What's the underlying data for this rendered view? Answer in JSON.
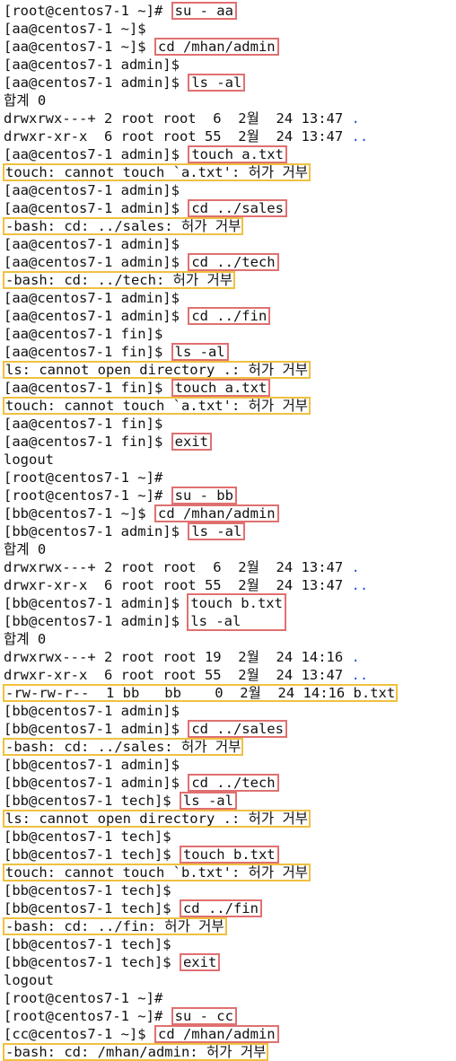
{
  "terminal": {
    "lines": [
      {
        "p": "[root@centos7-1 ~]# ",
        "c": "su - aa"
      },
      {
        "t": "[aa@centos7-1 ~]$"
      },
      {
        "p": "[aa@centos7-1 ~]$ ",
        "c": "cd /mhan/admin"
      },
      {
        "t": "[aa@centos7-1 admin]$"
      },
      {
        "p": "[aa@centos7-1 admin]$ ",
        "c": "ls -al"
      },
      {
        "t": "합계 0"
      },
      {
        "t": "drwxrwx---+ 2 root root  6  2월  24 13:47 ",
        "d": "."
      },
      {
        "t": "drwxr-xr-x  6 root root 55  2월  24 13:47 ",
        "d": ".."
      },
      {
        "p": "[aa@centos7-1 admin]$ ",
        "c": "touch a.txt"
      },
      {
        "e": "touch: cannot touch `a.txt': 허가 거부"
      },
      {
        "t": "[aa@centos7-1 admin]$"
      },
      {
        "p": "[aa@centos7-1 admin]$ ",
        "c": "cd ../sales"
      },
      {
        "e": "-bash: cd: ../sales: 허가 거부"
      },
      {
        "t": "[aa@centos7-1 admin]$"
      },
      {
        "p": "[aa@centos7-1 admin]$ ",
        "c": "cd ../tech"
      },
      {
        "e": "-bash: cd: ../tech: 허가 거부"
      },
      {
        "t": "[aa@centos7-1 admin]$"
      },
      {
        "p": "[aa@centos7-1 admin]$ ",
        "c": "cd ../fin"
      },
      {
        "t": "[aa@centos7-1 fin]$"
      },
      {
        "p": "[aa@centos7-1 fin]$ ",
        "c": "ls -al"
      },
      {
        "e": "ls: cannot open directory .: 허가 거부"
      },
      {
        "p": "[aa@centos7-1 fin]$ ",
        "c": "touch a.txt"
      },
      {
        "e": "touch: cannot touch `a.txt': 허가 거부"
      },
      {
        "t": "[aa@centos7-1 fin]$"
      },
      {
        "p": "[aa@centos7-1 fin]$ ",
        "c": "exit"
      },
      {
        "t": "logout"
      },
      {
        "t": "[root@centos7-1 ~]#"
      },
      {
        "p": "[root@centos7-1 ~]# ",
        "c": "su - bb"
      },
      {
        "p": "[bb@centos7-1 ~]$ ",
        "c": "cd /mhan/admin"
      },
      {
        "p": "[bb@centos7-1 admin]$ ",
        "c": "ls -al"
      },
      {
        "t": "합계 0"
      },
      {
        "t": "drwxrwx---+ 2 root root  6  2월  24 13:47 ",
        "d": "."
      },
      {
        "t": "drwxr-xr-x  6 root root 55  2월  24 13:47 ",
        "d": ".."
      },
      {
        "block": [
          {
            "p": "[bb@centos7-1 admin]$ ",
            "c": "touch b.txt"
          },
          {
            "p": "[bb@centos7-1 admin]$ ",
            "c": "ls -al"
          }
        ]
      },
      {
        "t": "합계 0"
      },
      {
        "t": "drwxrwx---+ 2 root root 19  2월  24 14:16 ",
        "d": "."
      },
      {
        "t": "drwxr-xr-x  6 root root 55  2월  24 13:47 ",
        "d": ".."
      },
      {
        "e": "-rw-rw-r--  1 bb   bb    0  2월  24 14:16 b.txt"
      },
      {
        "t": "[bb@centos7-1 admin]$"
      },
      {
        "p": "[bb@centos7-1 admin]$ ",
        "c": "cd ../sales"
      },
      {
        "e": "-bash: cd: ../sales: 허가 거부"
      },
      {
        "t": "[bb@centos7-1 admin]$"
      },
      {
        "p": "[bb@centos7-1 admin]$ ",
        "c": "cd ../tech"
      },
      {
        "p": "[bb@centos7-1 tech]$ ",
        "c": "ls -al"
      },
      {
        "e": "ls: cannot open directory .: 허가 거부"
      },
      {
        "t": "[bb@centos7-1 tech]$"
      },
      {
        "p": "[bb@centos7-1 tech]$ ",
        "c": "touch b.txt"
      },
      {
        "e": "touch: cannot touch `b.txt': 허가 거부"
      },
      {
        "t": "[bb@centos7-1 tech]$"
      },
      {
        "p": "[bb@centos7-1 tech]$ ",
        "c": "cd ../fin"
      },
      {
        "e": "-bash: cd: ../fin: 허가 거부"
      },
      {
        "t": "[bb@centos7-1 tech]$"
      },
      {
        "p": "[bb@centos7-1 tech]$ ",
        "c": "exit"
      },
      {
        "t": "logout"
      },
      {
        "t": "[root@centos7-1 ~]#"
      },
      {
        "p": "[root@centos7-1 ~]# ",
        "c": "su - cc"
      },
      {
        "p": "[cc@centos7-1 ~]$ ",
        "c": "cd /mhan/admin"
      },
      {
        "e": "-bash: cd: /mhan/admin: 허가 거부"
      }
    ]
  },
  "colors": {
    "command_box": "#e07070",
    "error_box": "#f0c040",
    "dir_link": "#2a52d6",
    "text": "#111111",
    "background": "#ffffff"
  }
}
